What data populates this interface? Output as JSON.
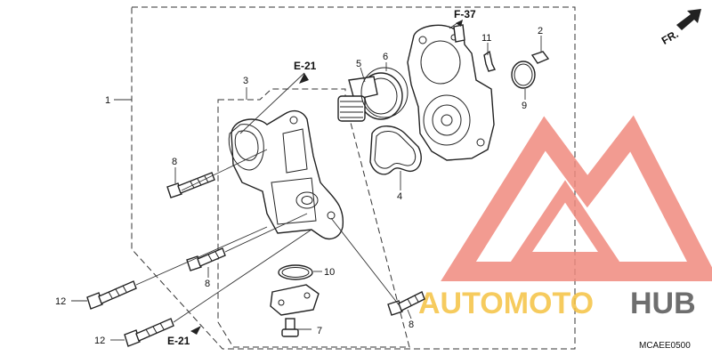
{
  "callouts": {
    "c1": "1",
    "c2": "2",
    "c3": "3",
    "c4": "4",
    "c5": "5",
    "c6": "6",
    "c7": "7",
    "c8a": "8",
    "c8b": "8",
    "c8c": "8",
    "c9": "9",
    "c10": "10",
    "c11": "11",
    "c12a": "12",
    "c12b": "12"
  },
  "refs": {
    "e21_top": "E-21",
    "e21_bottom": "E-21",
    "f37": "F-37"
  },
  "direction": {
    "label": "FR."
  },
  "diagram_code": "MCAEE0500",
  "watermark": {
    "part1": "AUTOMOTO",
    "part2": "HUB",
    "color_main": "#f08a7e",
    "color_accent": "#f5c242",
    "color_dark": "#555555"
  }
}
